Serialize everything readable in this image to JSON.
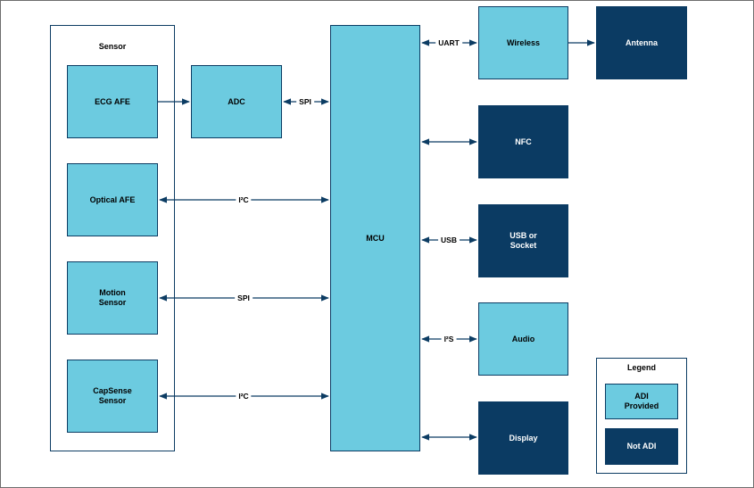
{
  "sensor_group": {
    "title": "Sensor"
  },
  "blocks": {
    "ecg_afe": "ECG AFE",
    "optical_afe": "Optical AFE",
    "motion_sensor": "Motion\nSensor",
    "capsense_sensor": "CapSense\nSensor",
    "adc": "ADC",
    "mcu": "MCU",
    "wireless": "Wireless",
    "antenna": "Antenna",
    "nfc": "NFC",
    "usb_socket": "USB or\nSocket",
    "audio": "Audio",
    "display": "Display"
  },
  "connections": {
    "adc_mcu": "SPI",
    "optical_mcu": "I²C",
    "motion_mcu": "SPI",
    "capsense_mcu": "I²C",
    "mcu_wireless": "UART",
    "mcu_usb": "USB",
    "mcu_audio": "I²S"
  },
  "legend": {
    "title": "Legend",
    "adi_provided": "ADI\nProvided",
    "not_adi": "Not ADI"
  },
  "colors": {
    "adi_provided": "#6ccbe0",
    "not_adi": "#0b3b63",
    "line": "#0c3c63"
  }
}
